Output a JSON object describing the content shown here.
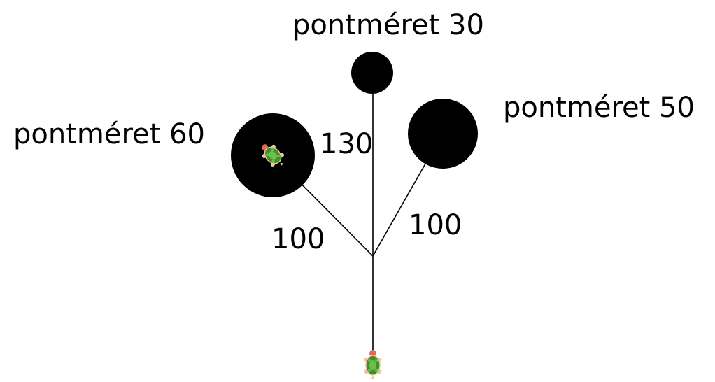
{
  "labels": {
    "dot_top": "pontméret 30",
    "dot_right": "pontméret 50",
    "dot_left": "pontméret 60",
    "length_middle": "130",
    "length_left": "100",
    "length_right": "100"
  },
  "colors": {
    "line": "#000000",
    "dot": "#000000",
    "turtle_shell": "#3f8f2a",
    "turtle_shell_light": "#6cc04a",
    "turtle_skin": "#e6c7a3",
    "turtle_head": "#e06a4a"
  },
  "icons": {
    "turtle_start": "turtle-icon",
    "turtle_end": "turtle-icon"
  }
}
